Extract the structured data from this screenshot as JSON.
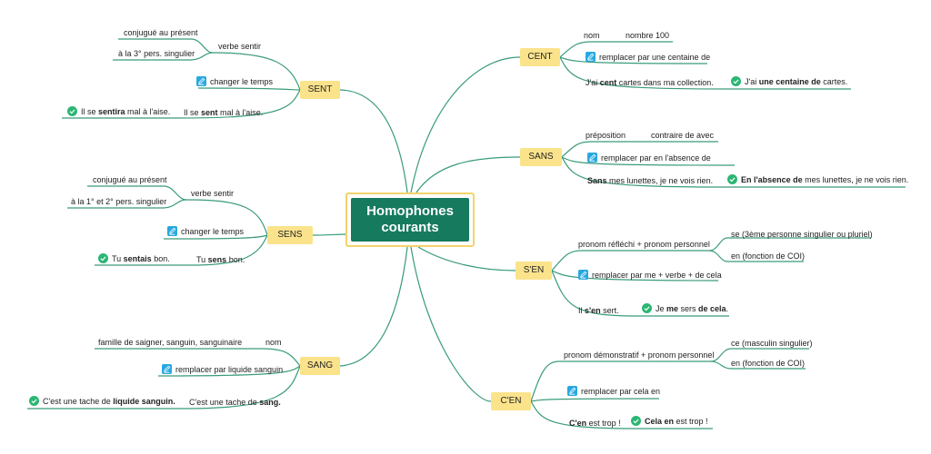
{
  "center": {
    "line1": "Homophones",
    "line2": "courants"
  },
  "colors": {
    "line": "#3a9b7a",
    "center_fill": "#167a5f",
    "topic_fill": "#fbe38c",
    "pencil": "#29a8e0",
    "check": "#2bb673"
  },
  "topics": {
    "sent": "SENT",
    "sens": "SENS",
    "sang": "SANG",
    "cent": "CENT",
    "sans": "SANS",
    "sen": "S'EN",
    "cen": "C'EN"
  },
  "sent": {
    "verbe": "verbe sentir",
    "conj": "conjugué au présent",
    "pers": "à la 3° pers. singulier",
    "change": "changer le temps",
    "ex_pre": "Il se ",
    "ex_b": "sent",
    "ex_post": " mal à l'aise.",
    "ok_pre": "Il se ",
    "ok_b": "sentira",
    "ok_post": " mal à l'aise."
  },
  "sens": {
    "verbe": "verbe sentir",
    "conj": "conjugué au présent",
    "pers": "à la 1° et 2° pers. singulier",
    "change": "changer le temps",
    "ex_pre": "Tu ",
    "ex_b": "sens",
    "ex_post": " bon.",
    "ok_pre": "Tu ",
    "ok_b": "sentais",
    "ok_post": " bon."
  },
  "sang": {
    "nom": "nom",
    "famille": "famille de saigner, sanguin, sanguinaire",
    "replace": "remplacer par liquide sanguin",
    "ex_pre": "C'est une tache de ",
    "ex_b": "sang.",
    "ok_pre": "C'est une tache de ",
    "ok_b": "liquide sanguin."
  },
  "cent": {
    "nom": "nom",
    "nombre": "nombre 100",
    "replace": "remplacer par une centaine de",
    "ex_pre": "J'ai ",
    "ex_b": "cent",
    "ex_post": " cartes dans ma collection.",
    "ok_pre": "J'ai ",
    "ok_b": "une centaine de",
    "ok_post": " cartes."
  },
  "sans": {
    "prep": "préposition",
    "contraire": "contraire de avec",
    "replace": "remplacer par en l'absence de",
    "ex_b": "Sans",
    "ex_post": " mes lunettes, je ne vois rien.",
    "ok_b": "En l'absence de",
    "ok_post": " mes lunettes, je ne vois rien."
  },
  "sen": {
    "pronom": "pronom réfléchi + pronom personnel",
    "se": "se (3ème personne singulier ou pluriel)",
    "en": "en (fonction de COI)",
    "replace": "remplacer par me + verbe + de cela",
    "ex_pre": "Il ",
    "ex_b": "s'en",
    "ex_post": " sert.",
    "ok_pre": "Je ",
    "ok_b": "me",
    "ok_mid": " sers ",
    "ok_b2": "de cela",
    "ok_post": "."
  },
  "cen": {
    "pronom": "pronom démonstratif + pronom personnel",
    "ce": "ce (masculin singulier)",
    "en": "en (fonction de COI)",
    "replace": "remplacer par cela en",
    "ex_b": "C'en",
    "ex_post": " est trop !",
    "ok_b": "Cela en",
    "ok_post": " est trop !"
  }
}
